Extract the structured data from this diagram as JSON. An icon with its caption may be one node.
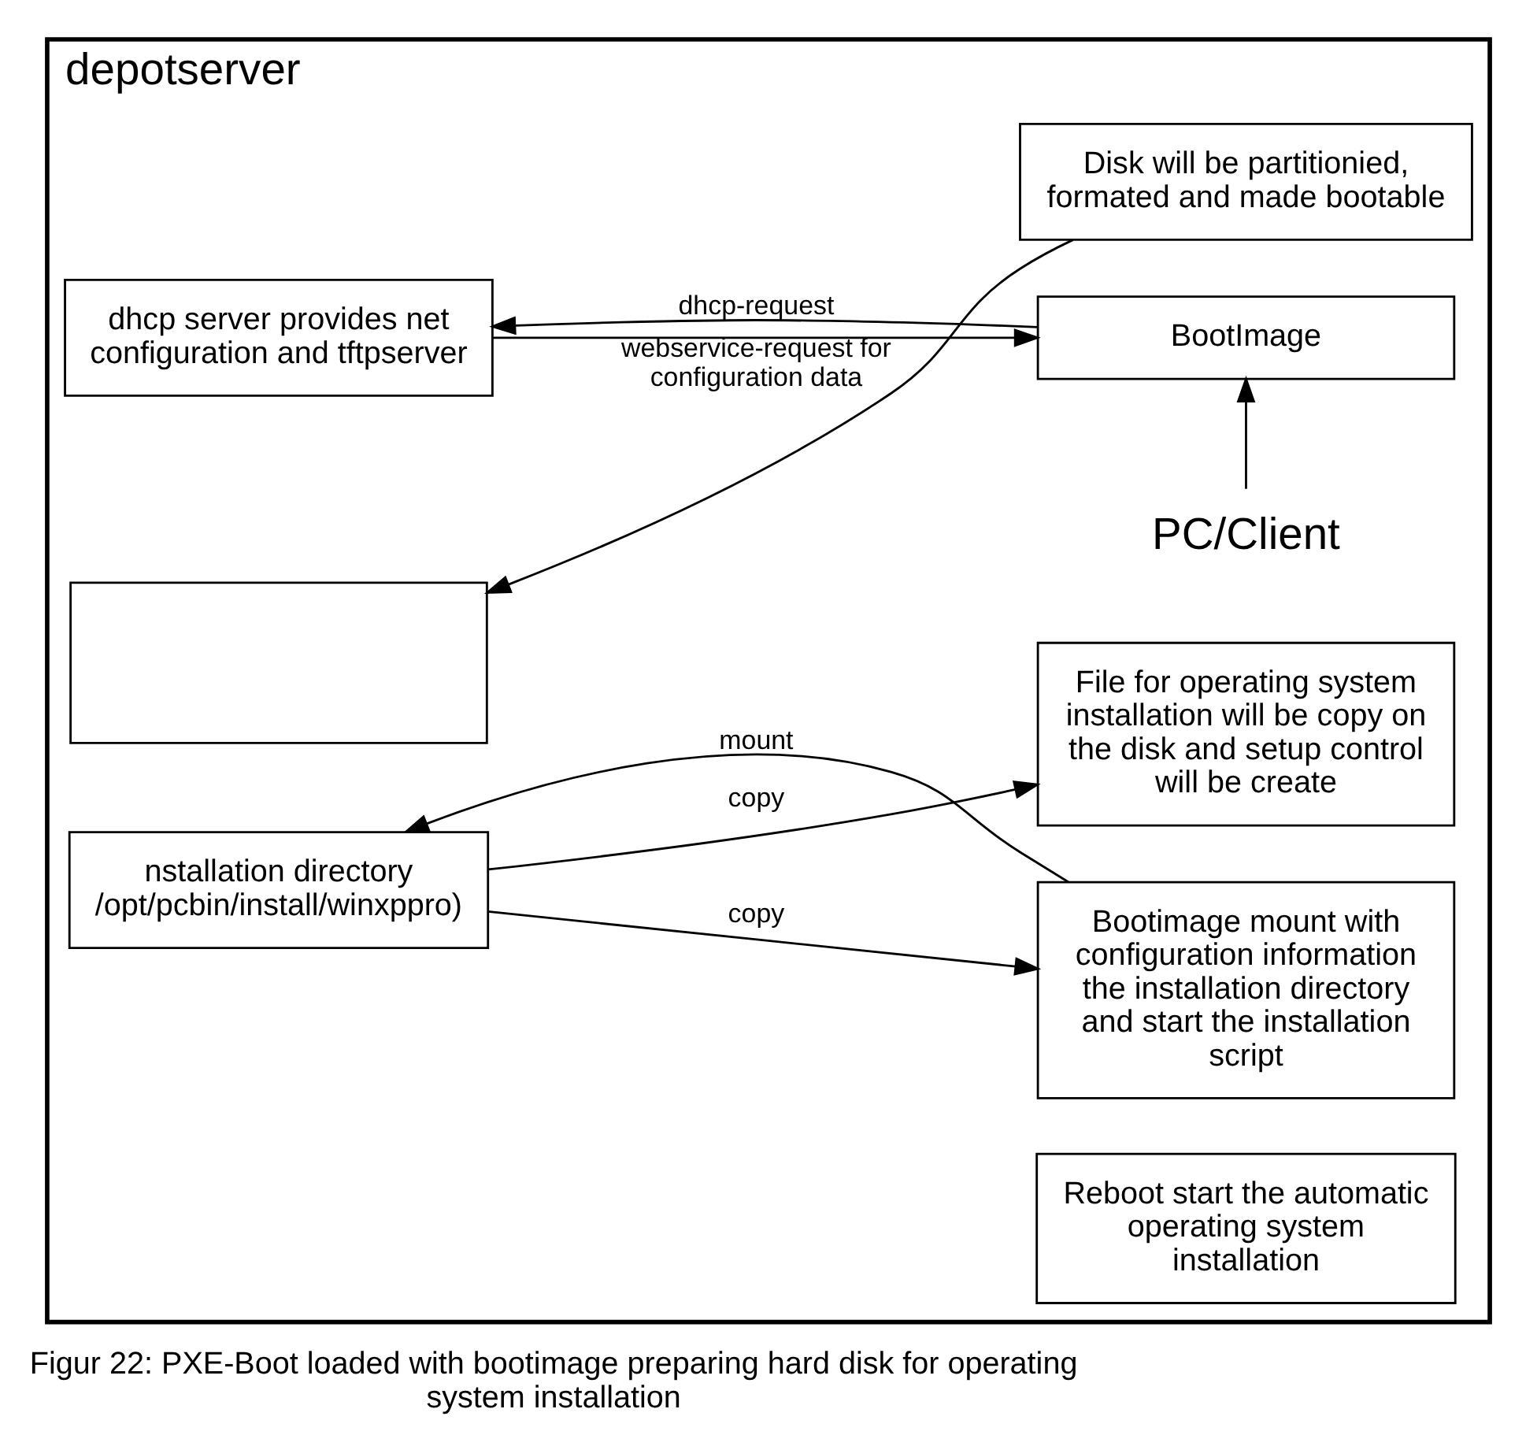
{
  "diagram": {
    "caption": "Figur 22: PXE-Boot loaded with bootimage preparing hard disk for operating system installation",
    "nodes": [
      {
        "text": [
          "depotserver"
        ]
      },
      {
        "text": [
          "dhcp server provides net configuration and tftpserver"
        ],
        "in": 0
      },
      {
        "text": [],
        "shape": "box",
        "in": 0
      },
      {
        "text": [
          "nstallation directory /opt/pcbin/install/winxppro)"
        ],
        "in": 0
      },
      {
        "text": [
          "PC/Client"
        ],
        "in": 0
      },
      {
        "text": [
          "BootImage"
        ],
        "in": 0
      },
      {
        "text": [
          "Disk will be partitionied, formated and made bootable"
        ],
        "in": 0
      },
      {
        "text": [
          "Bootimage mount with configuration information the installation directory and start the installation script"
        ],
        "in": 0
      },
      {
        "text": [
          "File for operating system installation will be copy on the disk and setup control will be create"
        ],
        "in": 0
      },
      {
        "text": [
          "Reboot start the automatic operating system installation"
        ],
        "in": 0
      }
    ],
    "edges": [
      {
        "from": 4,
        "to": 5,
        "arrow": "to"
      },
      {
        "from": 5,
        "to": 1,
        "arrow": "to",
        "label": "dhcp-request"
      },
      {
        "from": 1,
        "to": 5,
        "arrow": "to"
      },
      {
        "from": 6,
        "to": 2,
        "arrow": "to",
        "label": "webservice-request for configuration data"
      },
      {
        "from": 7,
        "to": 3,
        "arrow": "to",
        "label": "mount"
      },
      {
        "from": 3,
        "to": 7,
        "arrow": "to",
        "label": "copy"
      },
      {
        "from": 3,
        "to": 8,
        "arrow": "to",
        "label": "copy"
      }
    ]
  }
}
